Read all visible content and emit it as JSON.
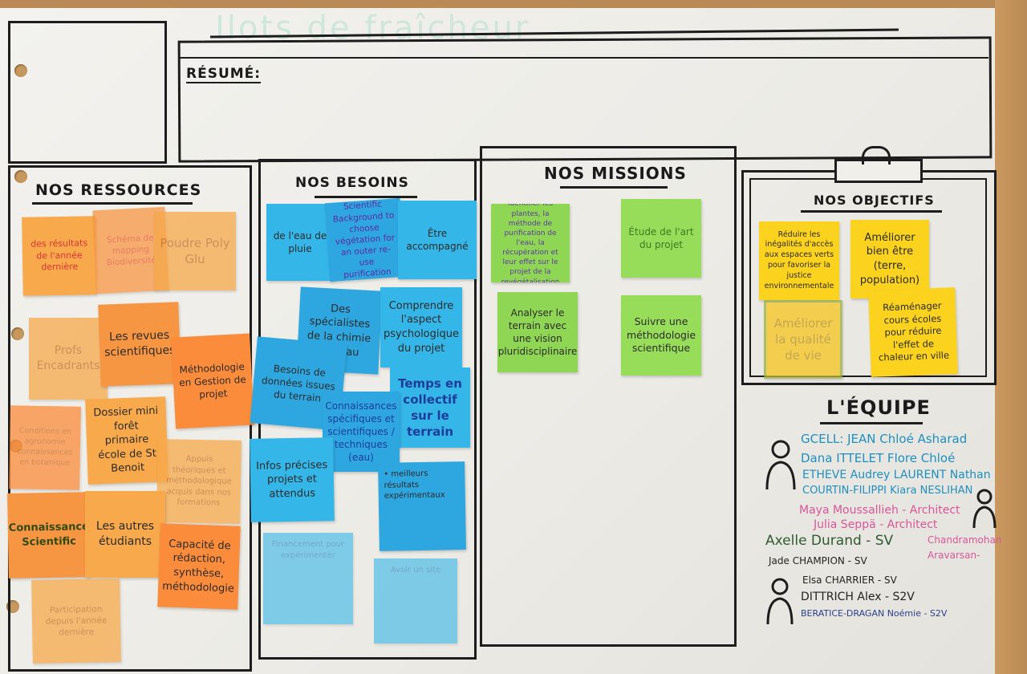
{
  "title": "Ilots de fraîcheur",
  "resume_label": "RÉSUMÉ:",
  "sections": {
    "ressources": "NOS RESSOURCES",
    "besoins": "NOS BESOINS",
    "missions": "NOS MISSIONS",
    "objectifs": "NOS OBJECTIFS",
    "equipe": "L'ÉQUIPE"
  },
  "ressources_notes": [
    "des résultats de l'année dernière",
    "Schéma de mapping Biodiversité",
    "Poudre Poly Glu",
    "Profs Encadrants",
    "Les revues scientifiques",
    "Méthodologie en Gestion de projet",
    "Conditions en agronomie\nconnaissances en botanique",
    "Dossier mini forêt primaire école de St Benoit",
    "Appuis théoriques et méthodologique acquis dans nos formations",
    "Connaissance Scientific",
    "Les autres étudiants",
    "Capacité de rédaction, synthèse, méthodologie",
    "Participation depuis l'année dernière"
  ],
  "besoins_notes": [
    "de l'eau de pluie",
    "Scientific Background to choose végétation for an outer re-use purification",
    "Être accompagné",
    "Des spécialistes de la chimie de l'eau",
    "Comprendre l'aspect psychologique du projet",
    "Besoins de données issues du terrain",
    "Temps en collectif sur le terrain",
    "Connaissances spécifiques et scientifiques / techniques (eau)",
    "Infos précises projets et attendus",
    "• meilleurs résultats expérimentaux",
    "Financement pour expérimenter",
    "Avoir un site"
  ],
  "missions_notes": [
    "Identifier les plantes, la méthode de purification de l'eau, la récupération et leur effet sur le projet de la revégétalisation",
    "Étude de l'art du projet",
    "Analyser le terrain avec une vision pluridisciplinaire",
    "Suivre une méthodologie scientifique"
  ],
  "objectifs_notes": [
    "Réduire les inégalités d'accès aux espaces verts pour favoriser la justice environnementale",
    "Améliorer bien être (terre, population)",
    "Améliorer la qualité de vie",
    "Réaménager cours écoles pour réduire l'effet de chaleur en ville"
  ],
  "equipe": {
    "group1": [
      "GCELL: JEAN Chloé Asharad",
      "Dana ITTELET Flore Chloé",
      "ETHEVE Audrey LAURENT Nathan",
      "COURTIN-FILIPPI Kiara NESLIHAN"
    ],
    "group2": [
      "Maya Moussallieh - Architect",
      "Julia Seppä - Architect"
    ],
    "group3": [
      "Axelle Durand - SV",
      "Jade CHAMPION - SV"
    ],
    "group3_side": "Chandramohan Aravarsan-",
    "group4": [
      "Elsa CHARRIER - SV",
      "DITTRICH Alex - S2V",
      "BERATICE-DRAGAN Noémie - S2V"
    ]
  }
}
